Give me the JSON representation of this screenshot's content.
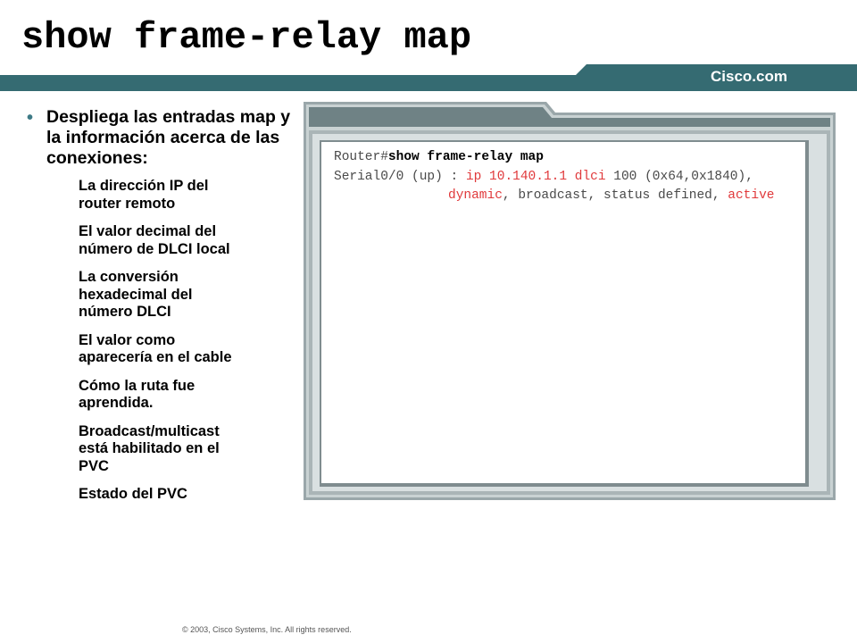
{
  "slide": {
    "title": "show frame-relay map",
    "brand": "Cisco.com",
    "main_bullet": "Despliega las entradas map y la información acerca de las conexiones:",
    "sub_points": [
      "La dirección IP del\nrouter remoto",
      "El valor decimal del\nnúmero de DLCI local",
      "La conversión\nhexadecimal del\nnúmero DLCI",
      "El valor como\naparecería en el cable",
      "Cómo la ruta fue\naprendida.",
      "Broadcast/multicast\nestá habilitado en el\nPVC",
      "Estado del PVC"
    ],
    "copyright": "© 2003, Cisco Systems, Inc. All rights reserved."
  },
  "terminal": {
    "prompt": "Router#",
    "command": "show frame-relay map",
    "line2": {
      "interface": "Serial0/0 (up) : ",
      "ip": "ip 10.140.1.1 dlci",
      "rest": " 100 (0x64,0x1840),"
    },
    "line3": {
      "dynamic": "dynamic",
      "middle": ", broadcast, status defined, ",
      "active": "active"
    }
  },
  "colors": {
    "band": "#356b72",
    "accent": "#e0393b",
    "frame": "#8f9c9f"
  }
}
